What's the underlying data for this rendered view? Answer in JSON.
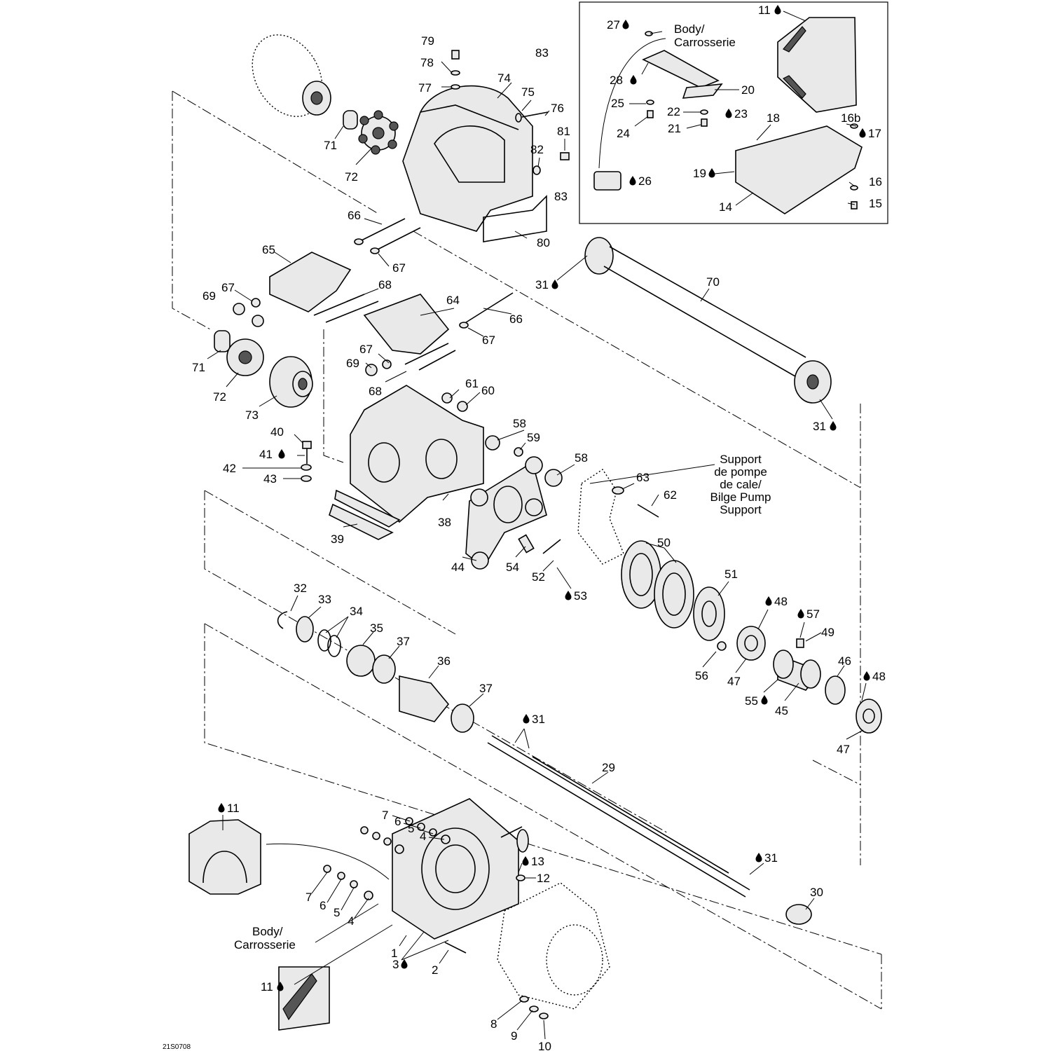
{
  "diagram": {
    "drawing_code": "21S0708",
    "text_notes": {
      "body_top": [
        "Body/",
        "Carrosserie"
      ],
      "body_bottom": [
        "Body/",
        "Carrosserie"
      ],
      "bilge_support": [
        "Support",
        "de pompe",
        "de cale/",
        "Bilge Pump",
        "Support"
      ]
    },
    "callouts": [
      {
        "id": "c79",
        "text": "79"
      },
      {
        "id": "c78",
        "text": "78"
      },
      {
        "id": "c77",
        "text": "77"
      },
      {
        "id": "c83a",
        "text": "83"
      },
      {
        "id": "c74",
        "text": "74"
      },
      {
        "id": "c75",
        "text": "75"
      },
      {
        "id": "c76",
        "text": "76"
      },
      {
        "id": "c81",
        "text": "81"
      },
      {
        "id": "c82",
        "text": "82"
      },
      {
        "id": "c83b",
        "text": "83"
      },
      {
        "id": "c71a",
        "text": "71"
      },
      {
        "id": "c72a",
        "text": "72"
      },
      {
        "id": "c66a",
        "text": "66"
      },
      {
        "id": "c80",
        "text": "80"
      },
      {
        "id": "c65",
        "text": "65"
      },
      {
        "id": "c67a",
        "text": "67"
      },
      {
        "id": "c67b",
        "text": "67"
      },
      {
        "id": "c69a",
        "text": "69"
      },
      {
        "id": "c68a",
        "text": "68"
      },
      {
        "id": "c64",
        "text": "64"
      },
      {
        "id": "c66b",
        "text": "66"
      },
      {
        "id": "c67c",
        "text": "67"
      },
      {
        "id": "c67d",
        "text": "67"
      },
      {
        "id": "c69b",
        "text": "69"
      },
      {
        "id": "c68b",
        "text": "68"
      },
      {
        "id": "c71b",
        "text": "71"
      },
      {
        "id": "c72b",
        "text": "72"
      },
      {
        "id": "c73",
        "text": "73"
      },
      {
        "id": "c61",
        "text": "61"
      },
      {
        "id": "c60",
        "text": "60"
      },
      {
        "id": "c58a",
        "text": "58"
      },
      {
        "id": "c59",
        "text": "59"
      },
      {
        "id": "c40",
        "text": "40"
      },
      {
        "id": "c41",
        "text": "41"
      },
      {
        "id": "c42",
        "text": "42"
      },
      {
        "id": "c43",
        "text": "43"
      },
      {
        "id": "c58b",
        "text": "58"
      },
      {
        "id": "c63",
        "text": "63"
      },
      {
        "id": "c62",
        "text": "62"
      },
      {
        "id": "c38",
        "text": "38"
      },
      {
        "id": "c39",
        "text": "39"
      },
      {
        "id": "c44",
        "text": "44"
      },
      {
        "id": "c54",
        "text": "54"
      },
      {
        "id": "c52",
        "text": "52"
      },
      {
        "id": "c53",
        "text": "53"
      },
      {
        "id": "c50",
        "text": "50"
      },
      {
        "id": "c51",
        "text": "51"
      },
      {
        "id": "c48a",
        "text": "48"
      },
      {
        "id": "c57",
        "text": "57"
      },
      {
        "id": "c49",
        "text": "49"
      },
      {
        "id": "c56",
        "text": "56"
      },
      {
        "id": "c47a",
        "text": "47"
      },
      {
        "id": "c46",
        "text": "46"
      },
      {
        "id": "c48b",
        "text": "48"
      },
      {
        "id": "c55",
        "text": "55"
      },
      {
        "id": "c45",
        "text": "45"
      },
      {
        "id": "c47b",
        "text": "47"
      },
      {
        "id": "c32",
        "text": "32"
      },
      {
        "id": "c33",
        "text": "33"
      },
      {
        "id": "c34",
        "text": "34"
      },
      {
        "id": "c35",
        "text": "35"
      },
      {
        "id": "c37a",
        "text": "37"
      },
      {
        "id": "c36",
        "text": "36"
      },
      {
        "id": "c37b",
        "text": "37"
      },
      {
        "id": "c31a",
        "text": "31"
      },
      {
        "id": "c29",
        "text": "29"
      },
      {
        "id": "c31b",
        "text": "31"
      },
      {
        "id": "c30",
        "text": "30"
      },
      {
        "id": "c11a",
        "text": "11"
      },
      {
        "id": "c7a",
        "text": "7"
      },
      {
        "id": "c6a",
        "text": "6"
      },
      {
        "id": "c5a",
        "text": "5"
      },
      {
        "id": "c4a",
        "text": "4"
      },
      {
        "id": "c13",
        "text": "13"
      },
      {
        "id": "c12",
        "text": "12"
      },
      {
        "id": "c7b",
        "text": "7"
      },
      {
        "id": "c6b",
        "text": "6"
      },
      {
        "id": "c5b",
        "text": "5"
      },
      {
        "id": "c4b",
        "text": "4"
      },
      {
        "id": "c1",
        "text": "1"
      },
      {
        "id": "c3",
        "text": "3"
      },
      {
        "id": "c2",
        "text": "2"
      },
      {
        "id": "c8",
        "text": "8"
      },
      {
        "id": "c9",
        "text": "9"
      },
      {
        "id": "c10",
        "text": "10"
      },
      {
        "id": "c11b",
        "text": "11"
      },
      {
        "id": "c27",
        "text": "27"
      },
      {
        "id": "c28",
        "text": "28"
      },
      {
        "id": "c20",
        "text": "20"
      },
      {
        "id": "c25",
        "text": "25"
      },
      {
        "id": "c22",
        "text": "22"
      },
      {
        "id": "c23",
        "text": "23"
      },
      {
        "id": "c24",
        "text": "24"
      },
      {
        "id": "c21",
        "text": "21"
      },
      {
        "id": "c26",
        "text": "26"
      },
      {
        "id": "c11c",
        "text": "11"
      },
      {
        "id": "c18",
        "text": "18"
      },
      {
        "id": "c16b",
        "text": "16b"
      },
      {
        "id": "c17",
        "text": "17"
      },
      {
        "id": "c19",
        "text": "19"
      },
      {
        "id": "c16",
        "text": "16"
      },
      {
        "id": "c15",
        "text": "15"
      },
      {
        "id": "c14",
        "text": "14"
      },
      {
        "id": "c31c",
        "text": "31"
      },
      {
        "id": "c70",
        "text": "70"
      },
      {
        "id": "c31d",
        "text": "31"
      }
    ]
  }
}
